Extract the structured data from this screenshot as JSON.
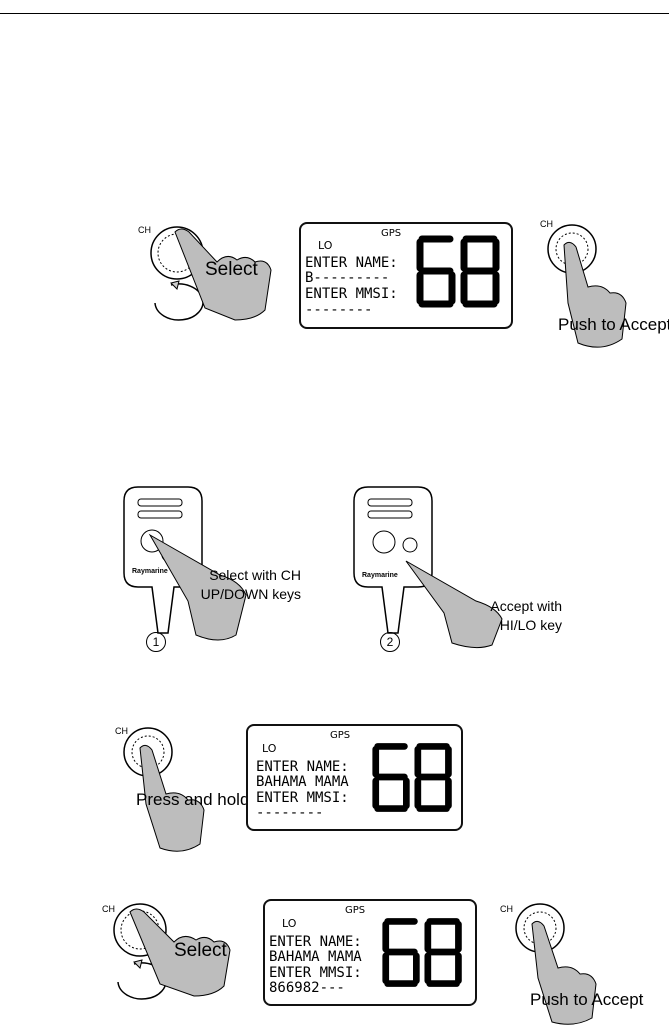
{
  "step1": {
    "dial_ch": "CH",
    "select_label": "Select",
    "display": {
      "gps": "GPS",
      "lo": "LO",
      "line1": "ENTER NAME:",
      "line2": "B---------",
      "line3": "ENTER MMSI:",
      "line4": "--------",
      "channel": "68"
    },
    "accept_ch": "CH",
    "accept_label": "Push to Accept"
  },
  "handset": {
    "brand": "Raymarine",
    "left": {
      "line1": "Select with CH",
      "line2": "UP/DOWN keys",
      "number": "1"
    },
    "right": {
      "line1": "Accept with",
      "line2": "HI/LO key",
      "number": "2"
    }
  },
  "step3": {
    "dial_ch": "CH",
    "hold_label": "Press and hold",
    "display": {
      "gps": "GPS",
      "lo": "LO",
      "line1": "ENTER NAME:",
      "line2": "BAHAMA MAMA",
      "line3": "ENTER MMSI:",
      "line4": "--------",
      "channel": "68"
    }
  },
  "step4": {
    "dial_ch": "CH",
    "select_label": "Select",
    "display": {
      "gps": "GPS",
      "lo": "LO",
      "line1": "ENTER NAME:",
      "line2": "BAHAMA MAMA",
      "line3": "ENTER MMSI:",
      "line4": "866982---",
      "channel": "68"
    },
    "accept_ch": "CH",
    "accept_label": "Push to Accept"
  }
}
